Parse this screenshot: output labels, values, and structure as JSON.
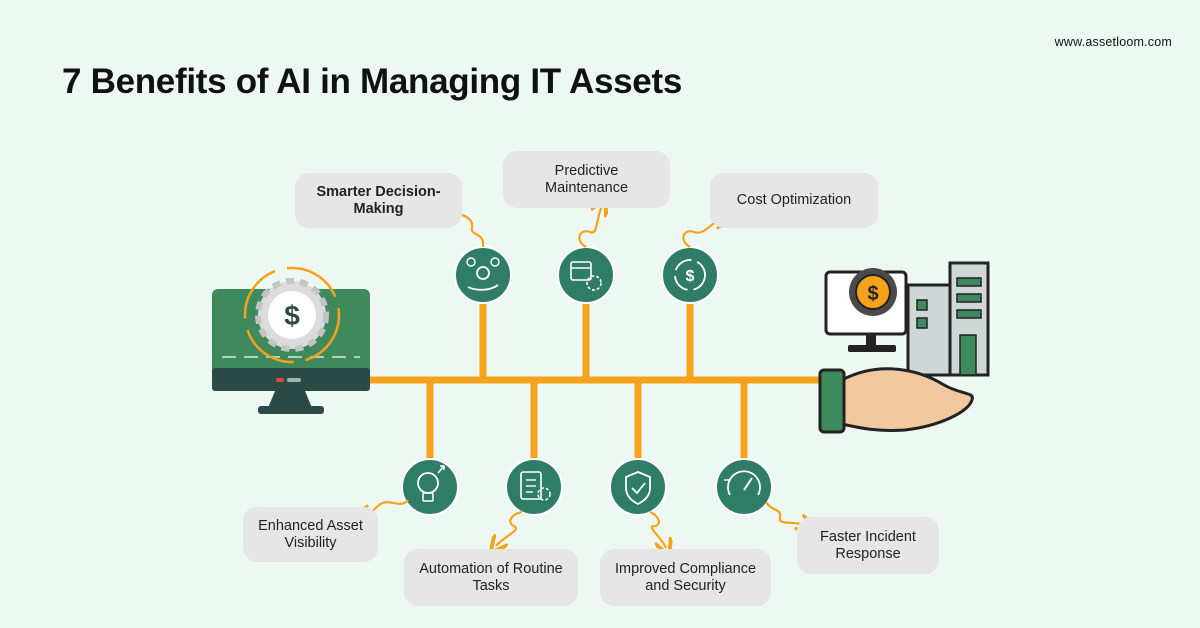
{
  "header": {
    "url": "www.assetloom.com",
    "title": "7 Benefits of AI in Managing IT Assets"
  },
  "benefits": [
    {
      "label": "Smarter Decision-Making",
      "icon": "decision-icon"
    },
    {
      "label": "Predictive Maintenance",
      "icon": "calendar-gear-icon"
    },
    {
      "label": "Cost Optimization",
      "icon": "dollar-cycle-icon"
    },
    {
      "label": "Enhanced Asset Visibility",
      "icon": "lightbulb-gear-icon"
    },
    {
      "label": "Automation of Routine Tasks",
      "icon": "checklist-gear-icon"
    },
    {
      "label": "Improved Compliance and Security",
      "icon": "shield-check-icon"
    },
    {
      "label": "Faster Incident Response",
      "icon": "speedometer-icon"
    }
  ],
  "colors": {
    "background": "#ecf8f1",
    "line": "#f7a21b",
    "icon_circle": "#2f7d67",
    "card": "#e6e6e6",
    "monitor": "#3f8a5d",
    "monitor_base": "#2c4a45"
  },
  "illustrations": {
    "left": "monitor-dollar-gear-icon",
    "right": "hand-holding-building-icon"
  }
}
